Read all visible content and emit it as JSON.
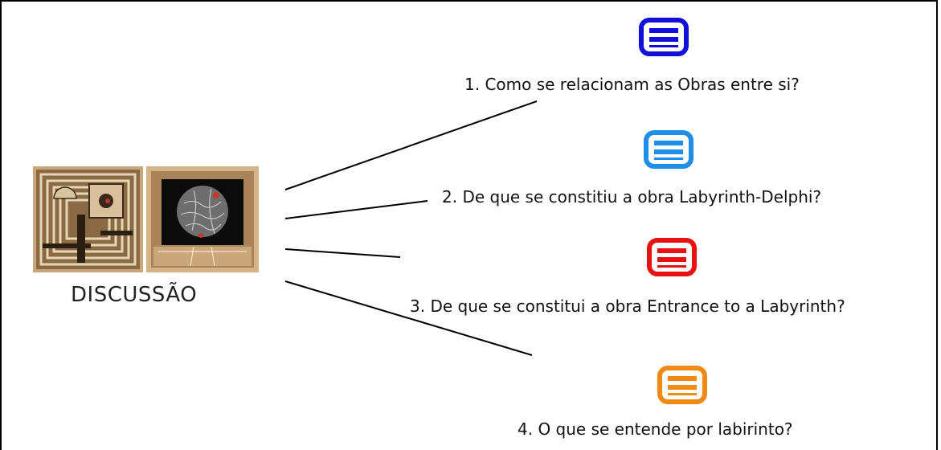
{
  "discussion": {
    "title": "DISCUSSÃO"
  },
  "questions": [
    {
      "label": "1. Como se relacionam as Obras entre si?",
      "icon": "list-icon",
      "color": "#1010d8"
    },
    {
      "label": "2. De que se constitiu a obra Labyrinth-Delphi?",
      "icon": "list-icon",
      "color": "#1e8fe8"
    },
    {
      "label": "3. De que se constitui a obra Entrance to a Labyrinth?",
      "icon": "list-icon",
      "color": "#e81010"
    },
    {
      "label": "4. O que se entende por labirinto?",
      "icon": "list-icon",
      "color": "#f08a14"
    }
  ]
}
